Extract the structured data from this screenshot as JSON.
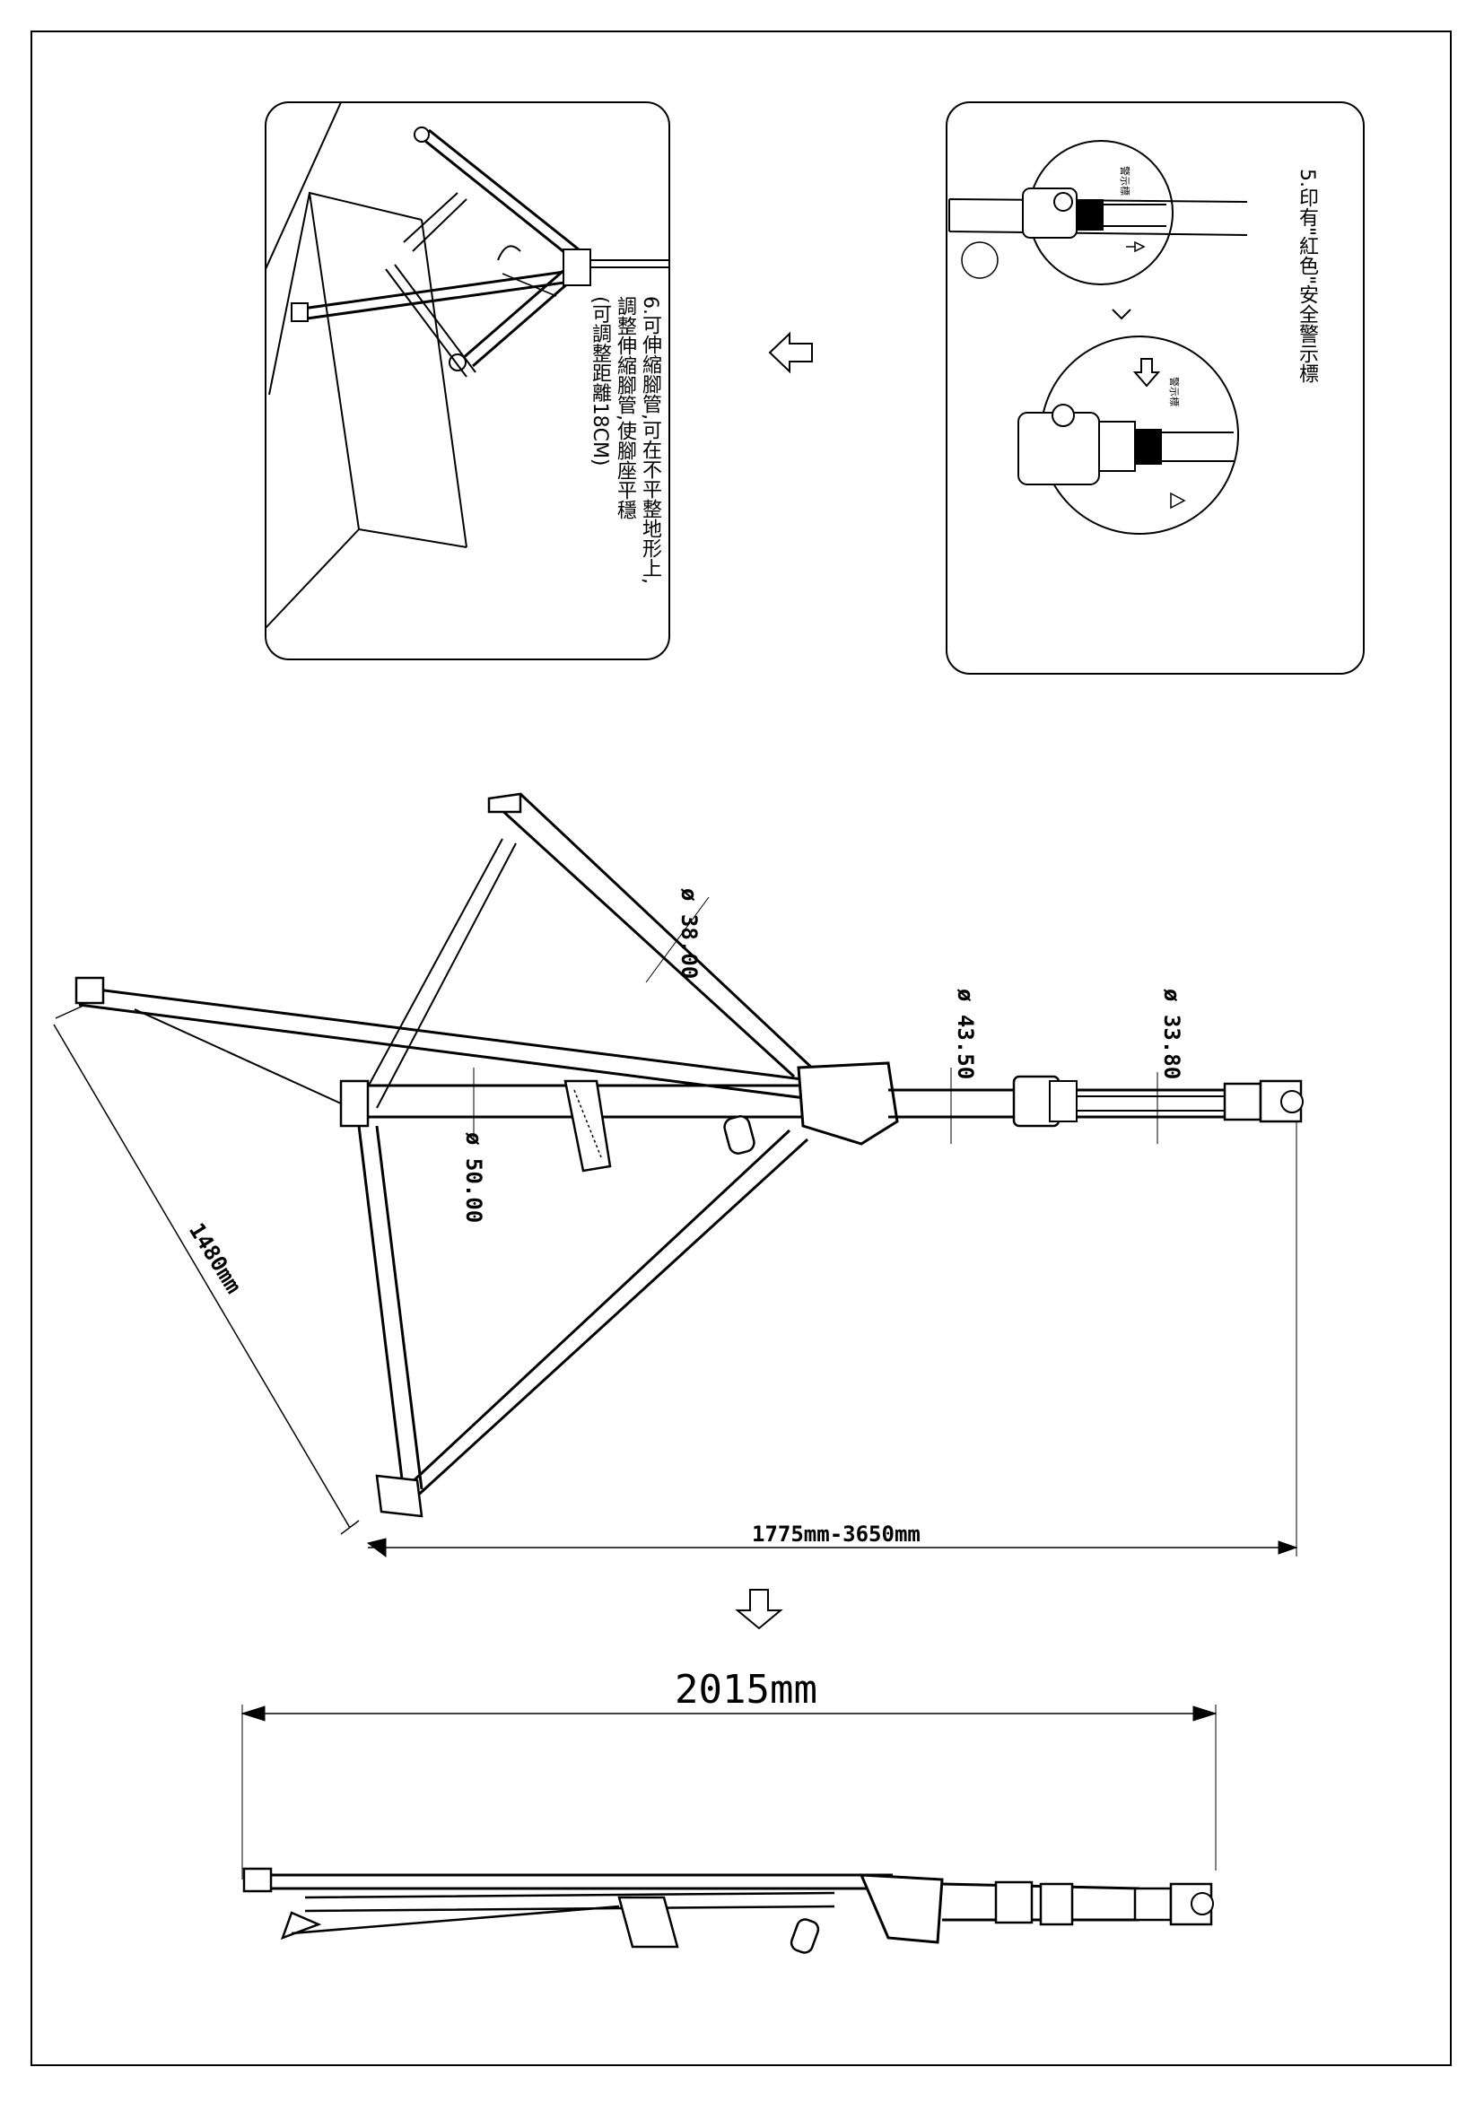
{
  "panel_left": {
    "note_line1": "6.可伸縮腳管,可在不平整地形上,",
    "note_line2": "調整伸縮腳管,使腳座平穩",
    "note_line3": "(可調整距離18CM)"
  },
  "panel_right": {
    "note": "5.印有\"紅色\"安全警示標",
    "callout_top": "警示標",
    "callout_bottom": "警示標"
  },
  "dimensions": {
    "upper_tube_dia": "ø 38.00",
    "main_tube_dia": "ø 50.00",
    "mid_tube_dia": "ø 43.50",
    "top_tube_dia": "ø 33.80",
    "leg_length": "1480mm",
    "height_range": "1775mm-3650mm",
    "folded_length": "2015mm"
  },
  "colors": {
    "line": "#000000",
    "background": "#ffffff"
  }
}
